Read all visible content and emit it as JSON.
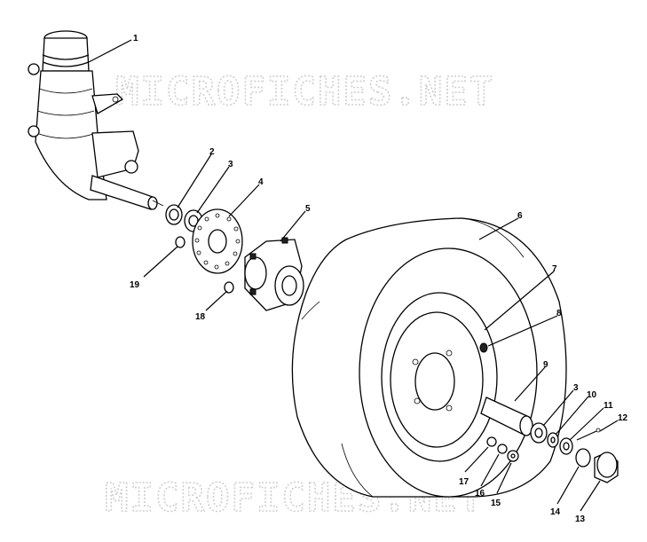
{
  "watermark": {
    "top": "MICROFICHES.NET",
    "bottom": "MICROFICHES.NET"
  },
  "callouts": [
    {
      "id": "1",
      "label": "1"
    },
    {
      "id": "2",
      "label": "2"
    },
    {
      "id": "3a",
      "label": "3"
    },
    {
      "id": "3b",
      "label": "3"
    },
    {
      "id": "4",
      "label": "4"
    },
    {
      "id": "5",
      "label": "5"
    },
    {
      "id": "6",
      "label": "6"
    },
    {
      "id": "7",
      "label": "7"
    },
    {
      "id": "8",
      "label": "8"
    },
    {
      "id": "9",
      "label": "9"
    },
    {
      "id": "10",
      "label": "10"
    },
    {
      "id": "11",
      "label": "11"
    },
    {
      "id": "12",
      "label": "12"
    },
    {
      "id": "13",
      "label": "13"
    },
    {
      "id": "14",
      "label": "14"
    },
    {
      "id": "15",
      "label": "15"
    },
    {
      "id": "16",
      "label": "16"
    },
    {
      "id": "17",
      "label": "17"
    },
    {
      "id": "18",
      "label": "18"
    },
    {
      "id": "19",
      "label": "19"
    }
  ]
}
